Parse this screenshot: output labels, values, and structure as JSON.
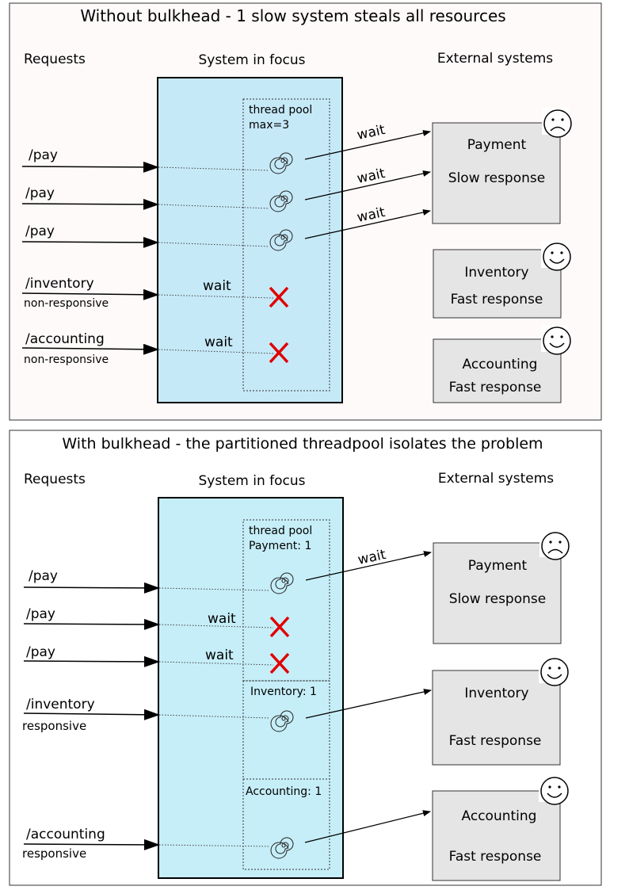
{
  "top": {
    "title": "Without bulkhead - 1 slow system steals all resources",
    "requests_label": "Requests",
    "system_label": "System in focus",
    "external_label": "External systems",
    "pool_line1": "thread pool",
    "pool_line2": "max=3",
    "requests": [
      {
        "path": "/pay",
        "status": ""
      },
      {
        "path": "/pay",
        "status": ""
      },
      {
        "path": "/pay",
        "status": ""
      },
      {
        "path": "/inventory",
        "status": "non-responsive"
      },
      {
        "path": "/accounting",
        "status": "non-responsive"
      }
    ],
    "wait_labels": [
      "wait",
      "wait",
      "wait",
      "wait",
      "wait"
    ],
    "systems": [
      {
        "name": "Payment",
        "response": "Slow response",
        "mood": "sad"
      },
      {
        "name": "Inventory",
        "response": "Fast response",
        "mood": "happy"
      },
      {
        "name": "Accounting",
        "response": "Fast response",
        "mood": "happy"
      }
    ]
  },
  "bottom": {
    "title": "With bulkhead - the partitioned threadpool isolates the problem",
    "requests_label": "Requests",
    "system_label": "System in focus",
    "external_label": "External systems",
    "pool_payment_line1": "thread pool",
    "pool_payment_line2": "Payment: 1",
    "pool_inventory": "Inventory: 1",
    "pool_accounting": "Accounting: 1",
    "requests": [
      {
        "path": "/pay",
        "status": ""
      },
      {
        "path": "/pay",
        "status": ""
      },
      {
        "path": "/pay",
        "status": ""
      },
      {
        "path": "/inventory",
        "status": "responsive"
      },
      {
        "path": "/accounting",
        "status": "responsive"
      }
    ],
    "wait_labels": [
      "wait",
      "wait",
      "wait"
    ],
    "systems": [
      {
        "name": "Payment",
        "response": "Slow response",
        "mood": "sad"
      },
      {
        "name": "Inventory",
        "response": "Fast response",
        "mood": "happy"
      },
      {
        "name": "Accounting",
        "response": "Fast response",
        "mood": "happy"
      }
    ]
  },
  "colors": {
    "system_fill": "#c6e9f8",
    "external_fill": "#e5e5e5",
    "panel_fill_top": "#fffafa",
    "cross": "#e00000"
  }
}
